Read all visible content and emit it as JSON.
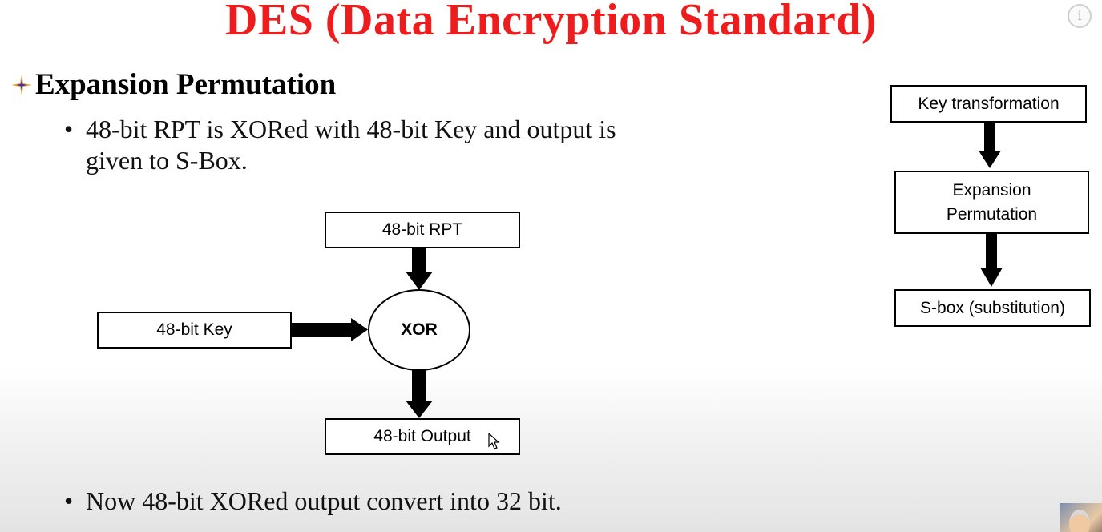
{
  "slide": {
    "title": "DES (Data Encryption Standard)",
    "info_symbol": "i",
    "section_heading": "Expansion Permutation",
    "bullet_symbol": "•",
    "bullets": [
      "48-bit RPT is XORed with 48-bit Key and output is",
      "given to S-Box.",
      "Now 48-bit XORed output convert into 32 bit."
    ]
  },
  "diagram": {
    "rpt_box": "48-bit RPT",
    "key_box": "48-bit Key",
    "xor_node": "XOR",
    "output_box": "48-bit Output"
  },
  "flow": {
    "step1": "Key transformation",
    "step2_line1": "Expansion",
    "step2_line2": "Permutation",
    "step3": "S-box (substitution)"
  },
  "colors": {
    "title": "#ee1c1c",
    "text": "#000000"
  },
  "icons": [
    "info-icon",
    "star-bullet-icon",
    "arrow-down-icon",
    "arrow-right-icon",
    "mouse-cursor-icon"
  ]
}
